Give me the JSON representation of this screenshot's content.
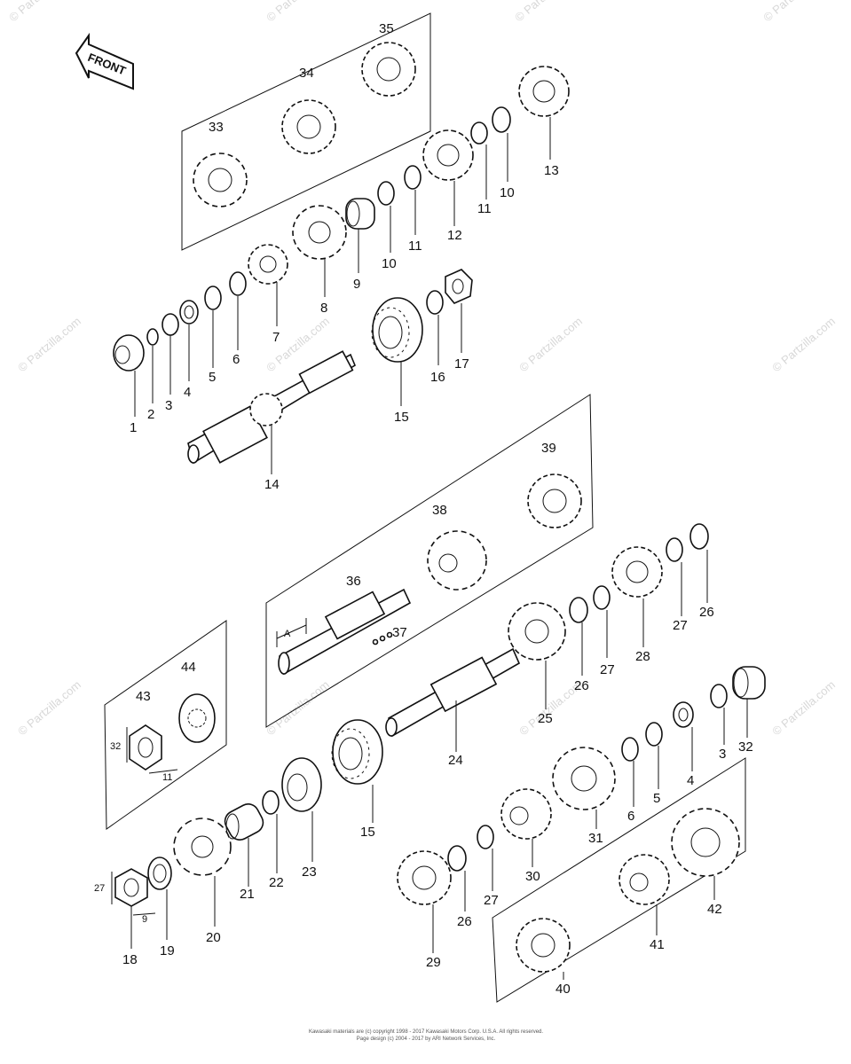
{
  "front_label": "FRONT",
  "watermark": "© Partzilla.com",
  "footer": {
    "line1": "Kawasaki materials are (c) copyright 1998 - 2017 Kawasaki Motors Corp. U.S.A. All rights reserved.",
    "line2": "Page design (c) 2004 - 2017 by ARI Network Services, Inc."
  },
  "dimensions": {
    "nut_43_width": "32",
    "nut_43_height": "11",
    "nut_18_width": "27",
    "nut_18_height": "9",
    "shaft_36_marker": "A"
  },
  "callouts": [
    "1",
    "2",
    "3",
    "4",
    "5",
    "6",
    "7",
    "8",
    "9",
    "10",
    "10",
    "11",
    "11",
    "12",
    "13",
    "14",
    "15",
    "16",
    "17",
    "33",
    "34",
    "35",
    "36",
    "37",
    "38",
    "39",
    "24",
    "25",
    "26",
    "26",
    "27",
    "27",
    "28",
    "43",
    "44",
    "15",
    "21",
    "22",
    "23",
    "20",
    "18",
    "19",
    "29",
    "26",
    "27",
    "30",
    "31",
    "6",
    "5",
    "4",
    "3",
    "32",
    "40",
    "41",
    "42"
  ]
}
